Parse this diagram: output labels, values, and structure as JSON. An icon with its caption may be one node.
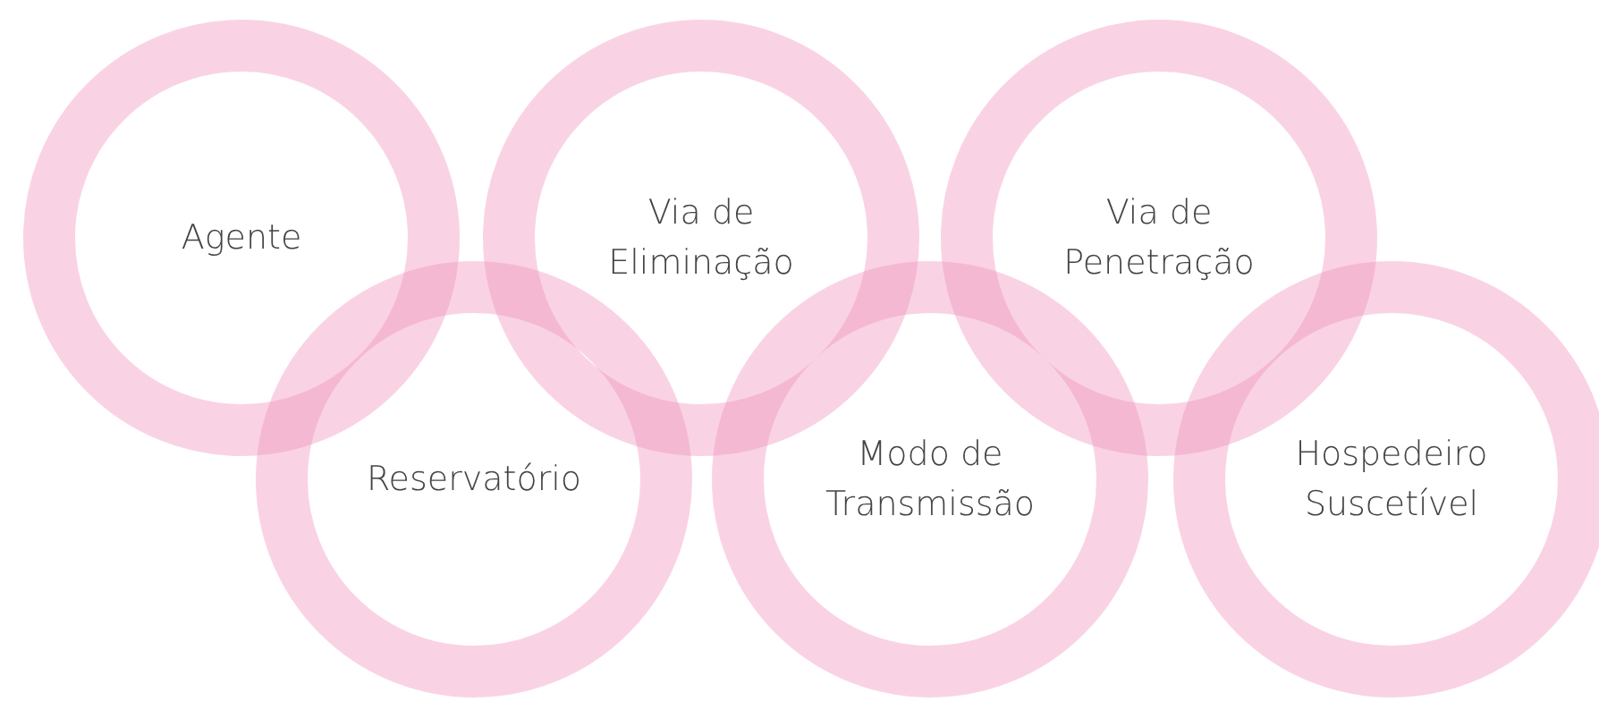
{
  "diagram": {
    "nodes": [
      {
        "text": [
          "Agente"
        ]
      },
      {
        "text": [
          "Via de Eliminação"
        ]
      },
      {
        "text": [
          "Via de Penetração"
        ]
      },
      {
        "text": [
          "Reservatório"
        ]
      },
      {
        "text": [
          "Modo de Transmissão"
        ]
      },
      {
        "text": [
          "Hospedeiro Suscetível"
        ]
      }
    ]
  }
}
